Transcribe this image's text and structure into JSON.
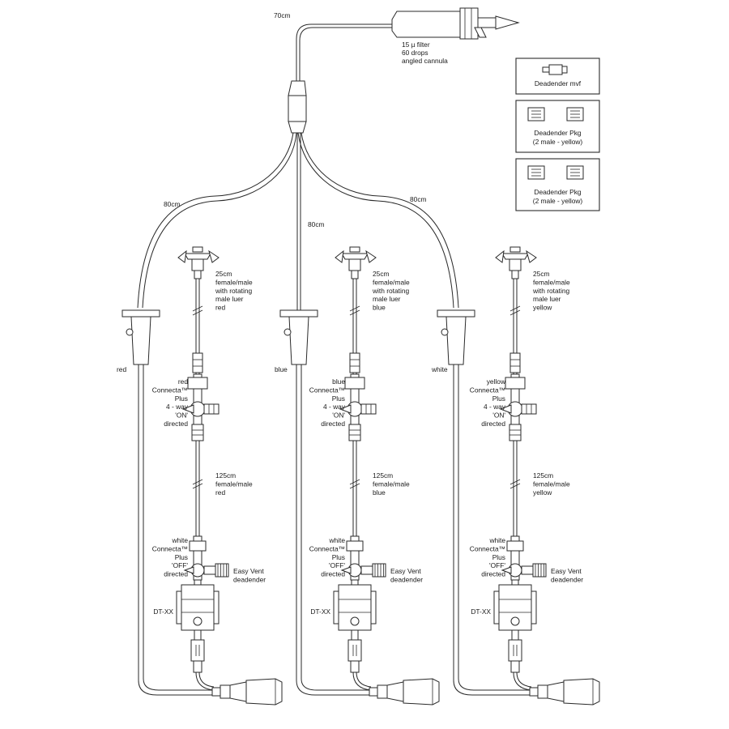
{
  "top": {
    "length_label": "70cm",
    "filter_lines": [
      "15 µ filter",
      "60 drops",
      "angled cannula"
    ]
  },
  "legend": [
    {
      "lines": [
        "Deadender mvf"
      ]
    },
    {
      "lines": [
        "Deadender Pkg",
        "(2 male - yellow)"
      ]
    },
    {
      "lines": [
        "Deadender Pkg",
        "(2 male - yellow)"
      ]
    }
  ],
  "branches": {
    "left_length": "80cm",
    "center_length": "80cm",
    "right_length": "80cm"
  },
  "lines": [
    {
      "clamp_label": "red",
      "upper_tube": [
        "25cm",
        "female/male",
        "with rotating",
        "male luer",
        "red"
      ],
      "stopcock": [
        "red",
        "Connecta™",
        "Plus",
        "4 - way",
        "'ON'",
        "directed"
      ],
      "lower_tube": [
        "125cm",
        "female/male",
        "red"
      ],
      "valve": [
        "white",
        "Connecta™",
        "Plus",
        "'OFF'",
        "directed"
      ],
      "vent": [
        "Easy Vent",
        "deadender"
      ],
      "transducer": "DT-XX"
    },
    {
      "clamp_label": "blue",
      "upper_tube": [
        "25cm",
        "female/male",
        "with rotating",
        "male luer",
        "blue"
      ],
      "stopcock": [
        "blue",
        "Connecta™",
        "Plus",
        "4 - way",
        "'ON'",
        "directed"
      ],
      "lower_tube": [
        "125cm",
        "female/male",
        "blue"
      ],
      "valve": [
        "white",
        "Connecta™",
        "Plus",
        "'OFF'",
        "directed"
      ],
      "vent": [
        "Easy Vent",
        "deadender"
      ],
      "transducer": "DT-XX"
    },
    {
      "clamp_label": "white",
      "upper_tube": [
        "25cm",
        "female/male",
        "with rotating",
        "male luer",
        "yellow"
      ],
      "stopcock": [
        "yellow",
        "Connecta™",
        "Plus",
        "4 - way",
        "'ON'",
        "directed"
      ],
      "lower_tube": [
        "125cm",
        "female/male",
        "yellow"
      ],
      "valve": [
        "white",
        "Connecta™",
        "Plus",
        "'OFF'",
        "directed"
      ],
      "vent": [
        "Easy Vent",
        "deadender"
      ],
      "transducer": "DT-XX"
    }
  ]
}
